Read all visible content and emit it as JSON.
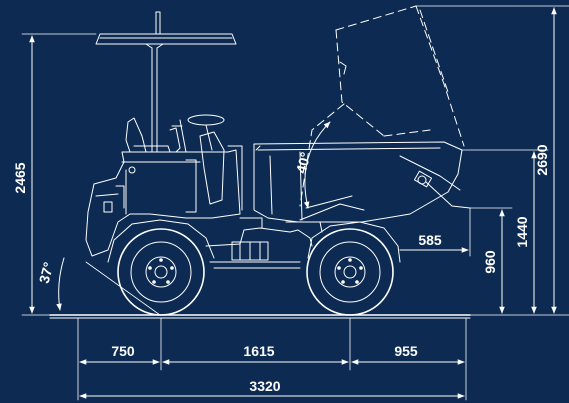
{
  "dimensions": {
    "overall_height": "2465",
    "tipped_height": "2690",
    "skip_height": "1440",
    "discharge_height": "960",
    "discharge_reach": "585",
    "front_overhang": "750",
    "wheelbase": "1615",
    "rear_overhang": "955",
    "overall_length": "3320",
    "tip_angle": "40°",
    "approach_angle": "37°"
  },
  "colors": {
    "background": "#0c2a52",
    "line": "#ffffff"
  }
}
